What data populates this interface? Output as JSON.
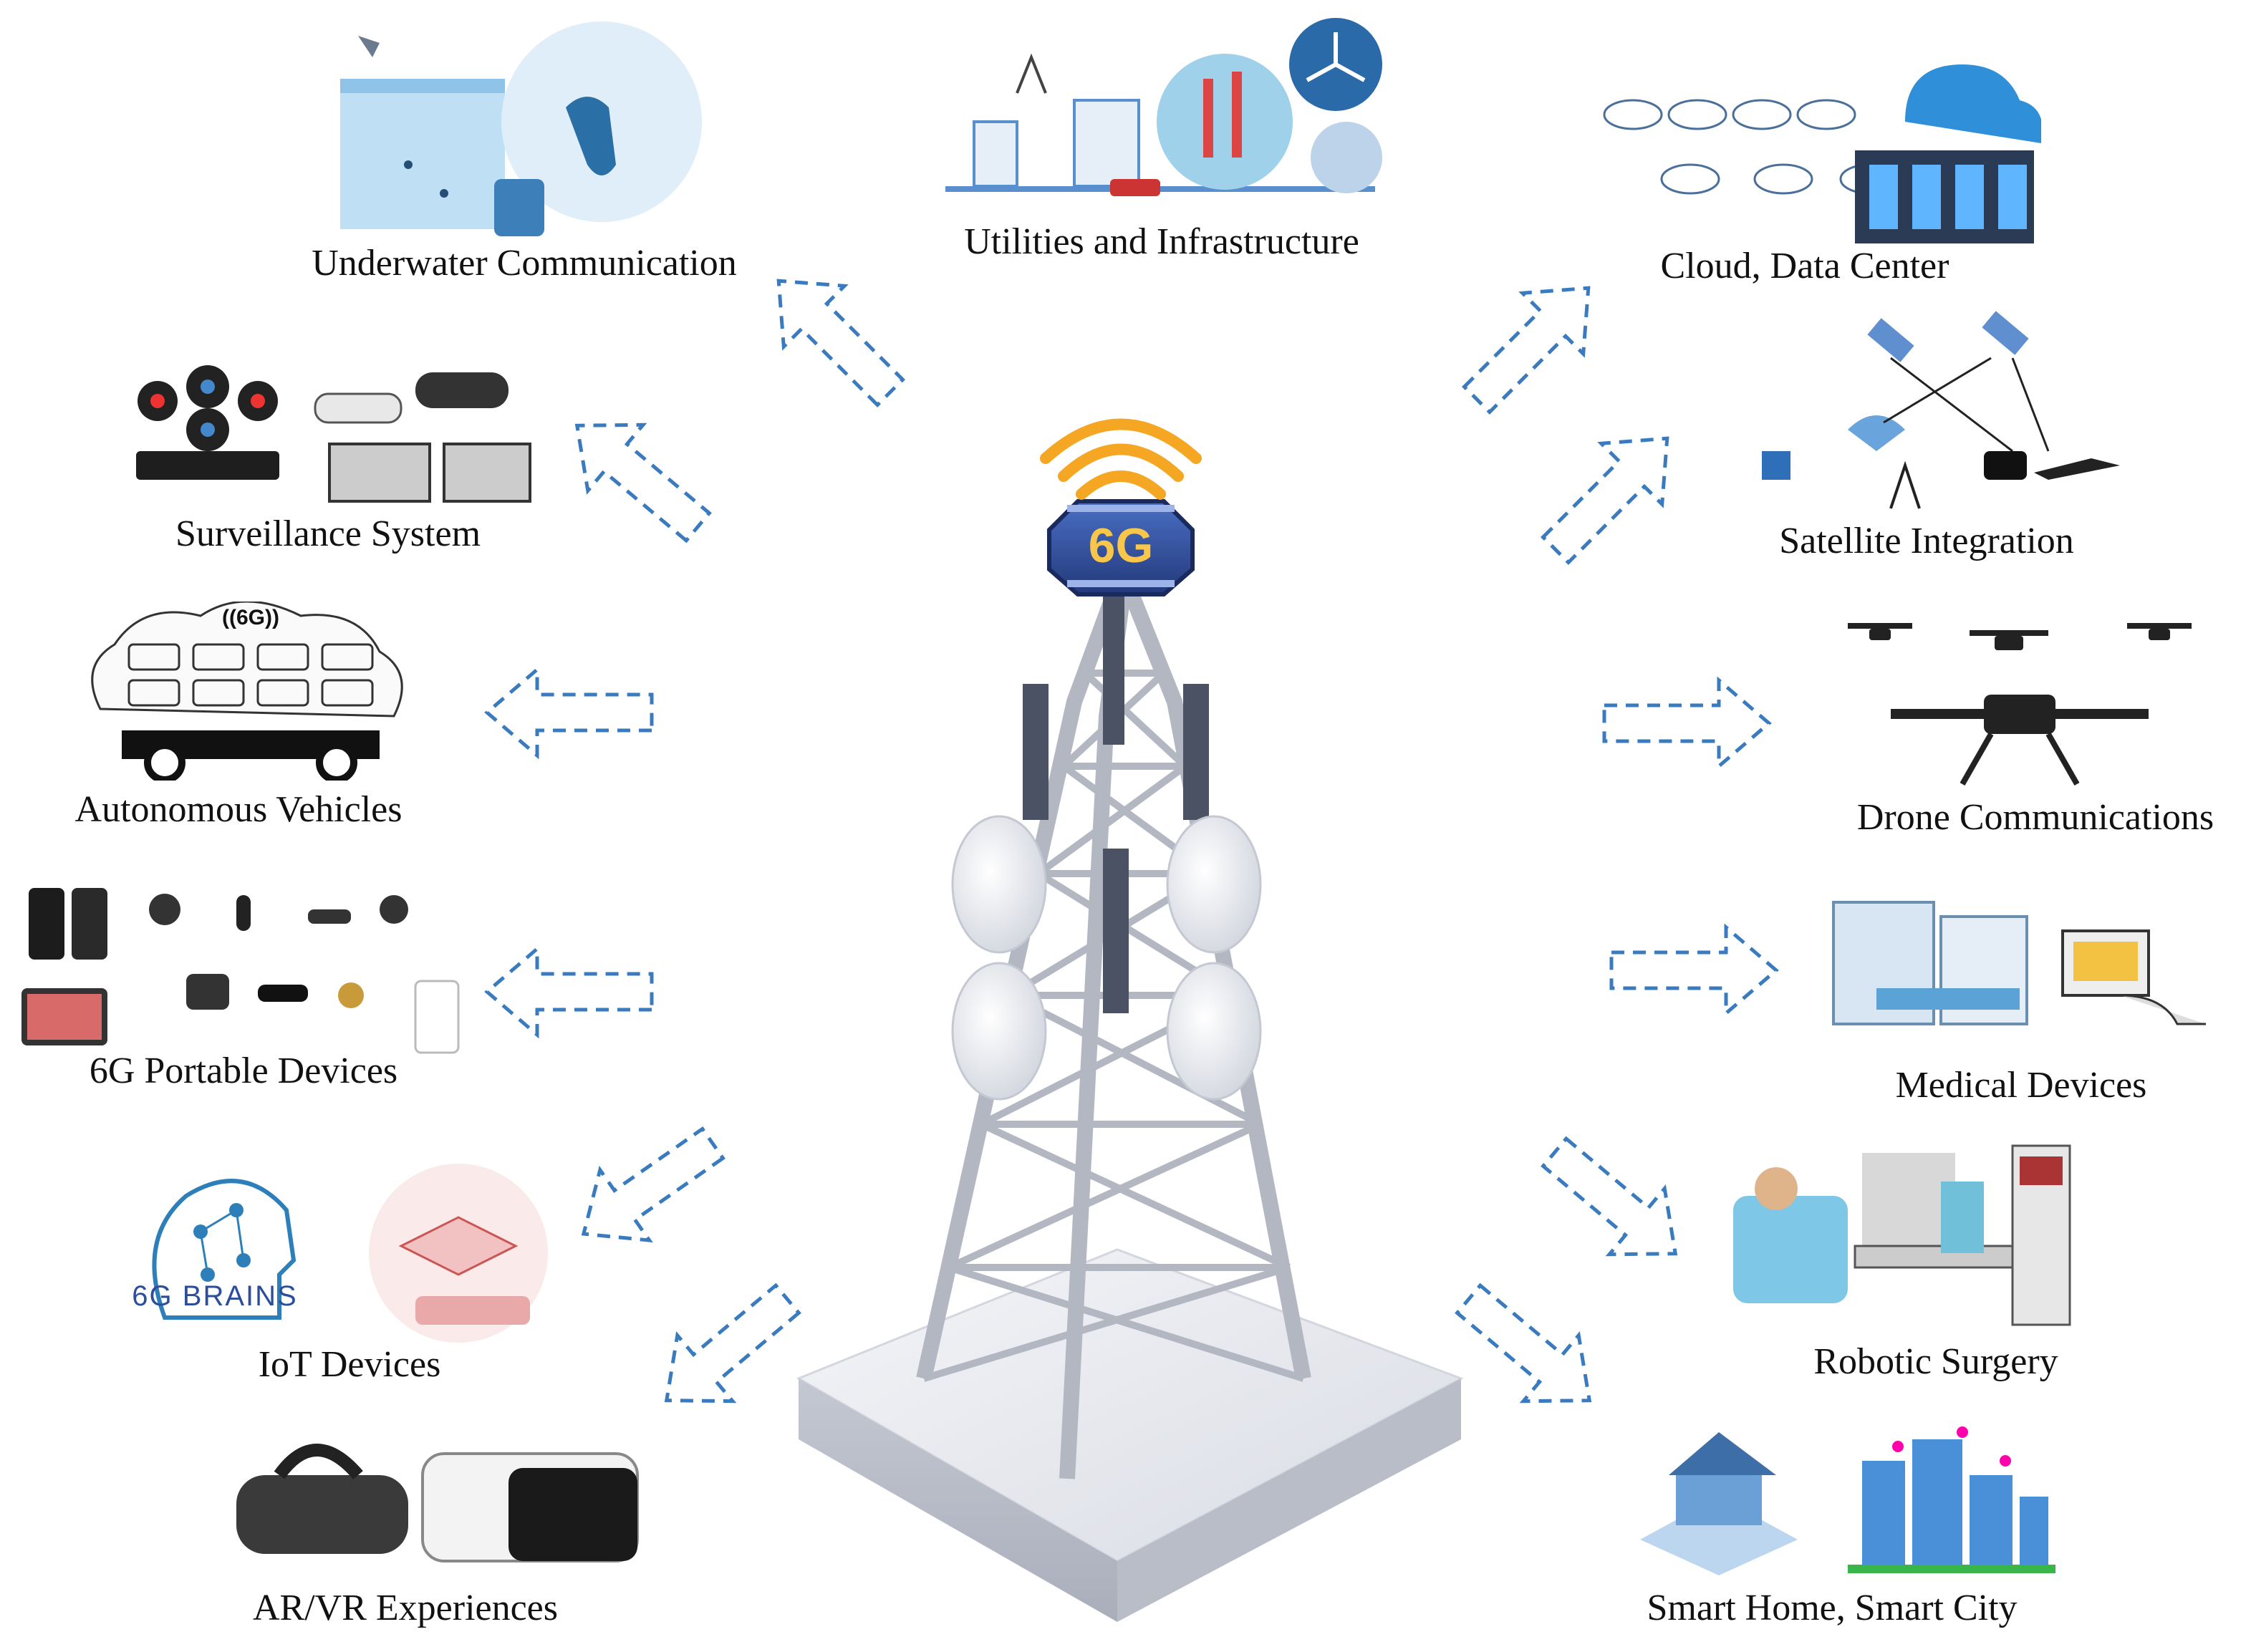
{
  "center": {
    "badge_text": "6G"
  },
  "applications": {
    "underwater": "Underwater Communication",
    "utilities": "Utilities and Infrastructure",
    "cloud": "Cloud, Data Center",
    "surveillance": "Surveillance System",
    "satellite": "Satellite Integration",
    "autonomous": "Autonomous Vehicles",
    "drone": "Drone Communications",
    "portable": "6G Portable Devices",
    "medical": "Medical Devices",
    "iot": "IoT Devices",
    "robotic": "Robotic Surgery",
    "arvr": "AR/VR Experiences",
    "smart": "Smart Home, Smart City"
  },
  "logos": {
    "brains": "6G BRAINS",
    "vehicle_badge": "((6G))"
  },
  "colors": {
    "arrow": "#3a7bbf",
    "badge_blue": "#2f4fa0",
    "signal_orange": "#f5a623",
    "tower": "#c9ccd6",
    "platform": "#e4e6ec"
  }
}
